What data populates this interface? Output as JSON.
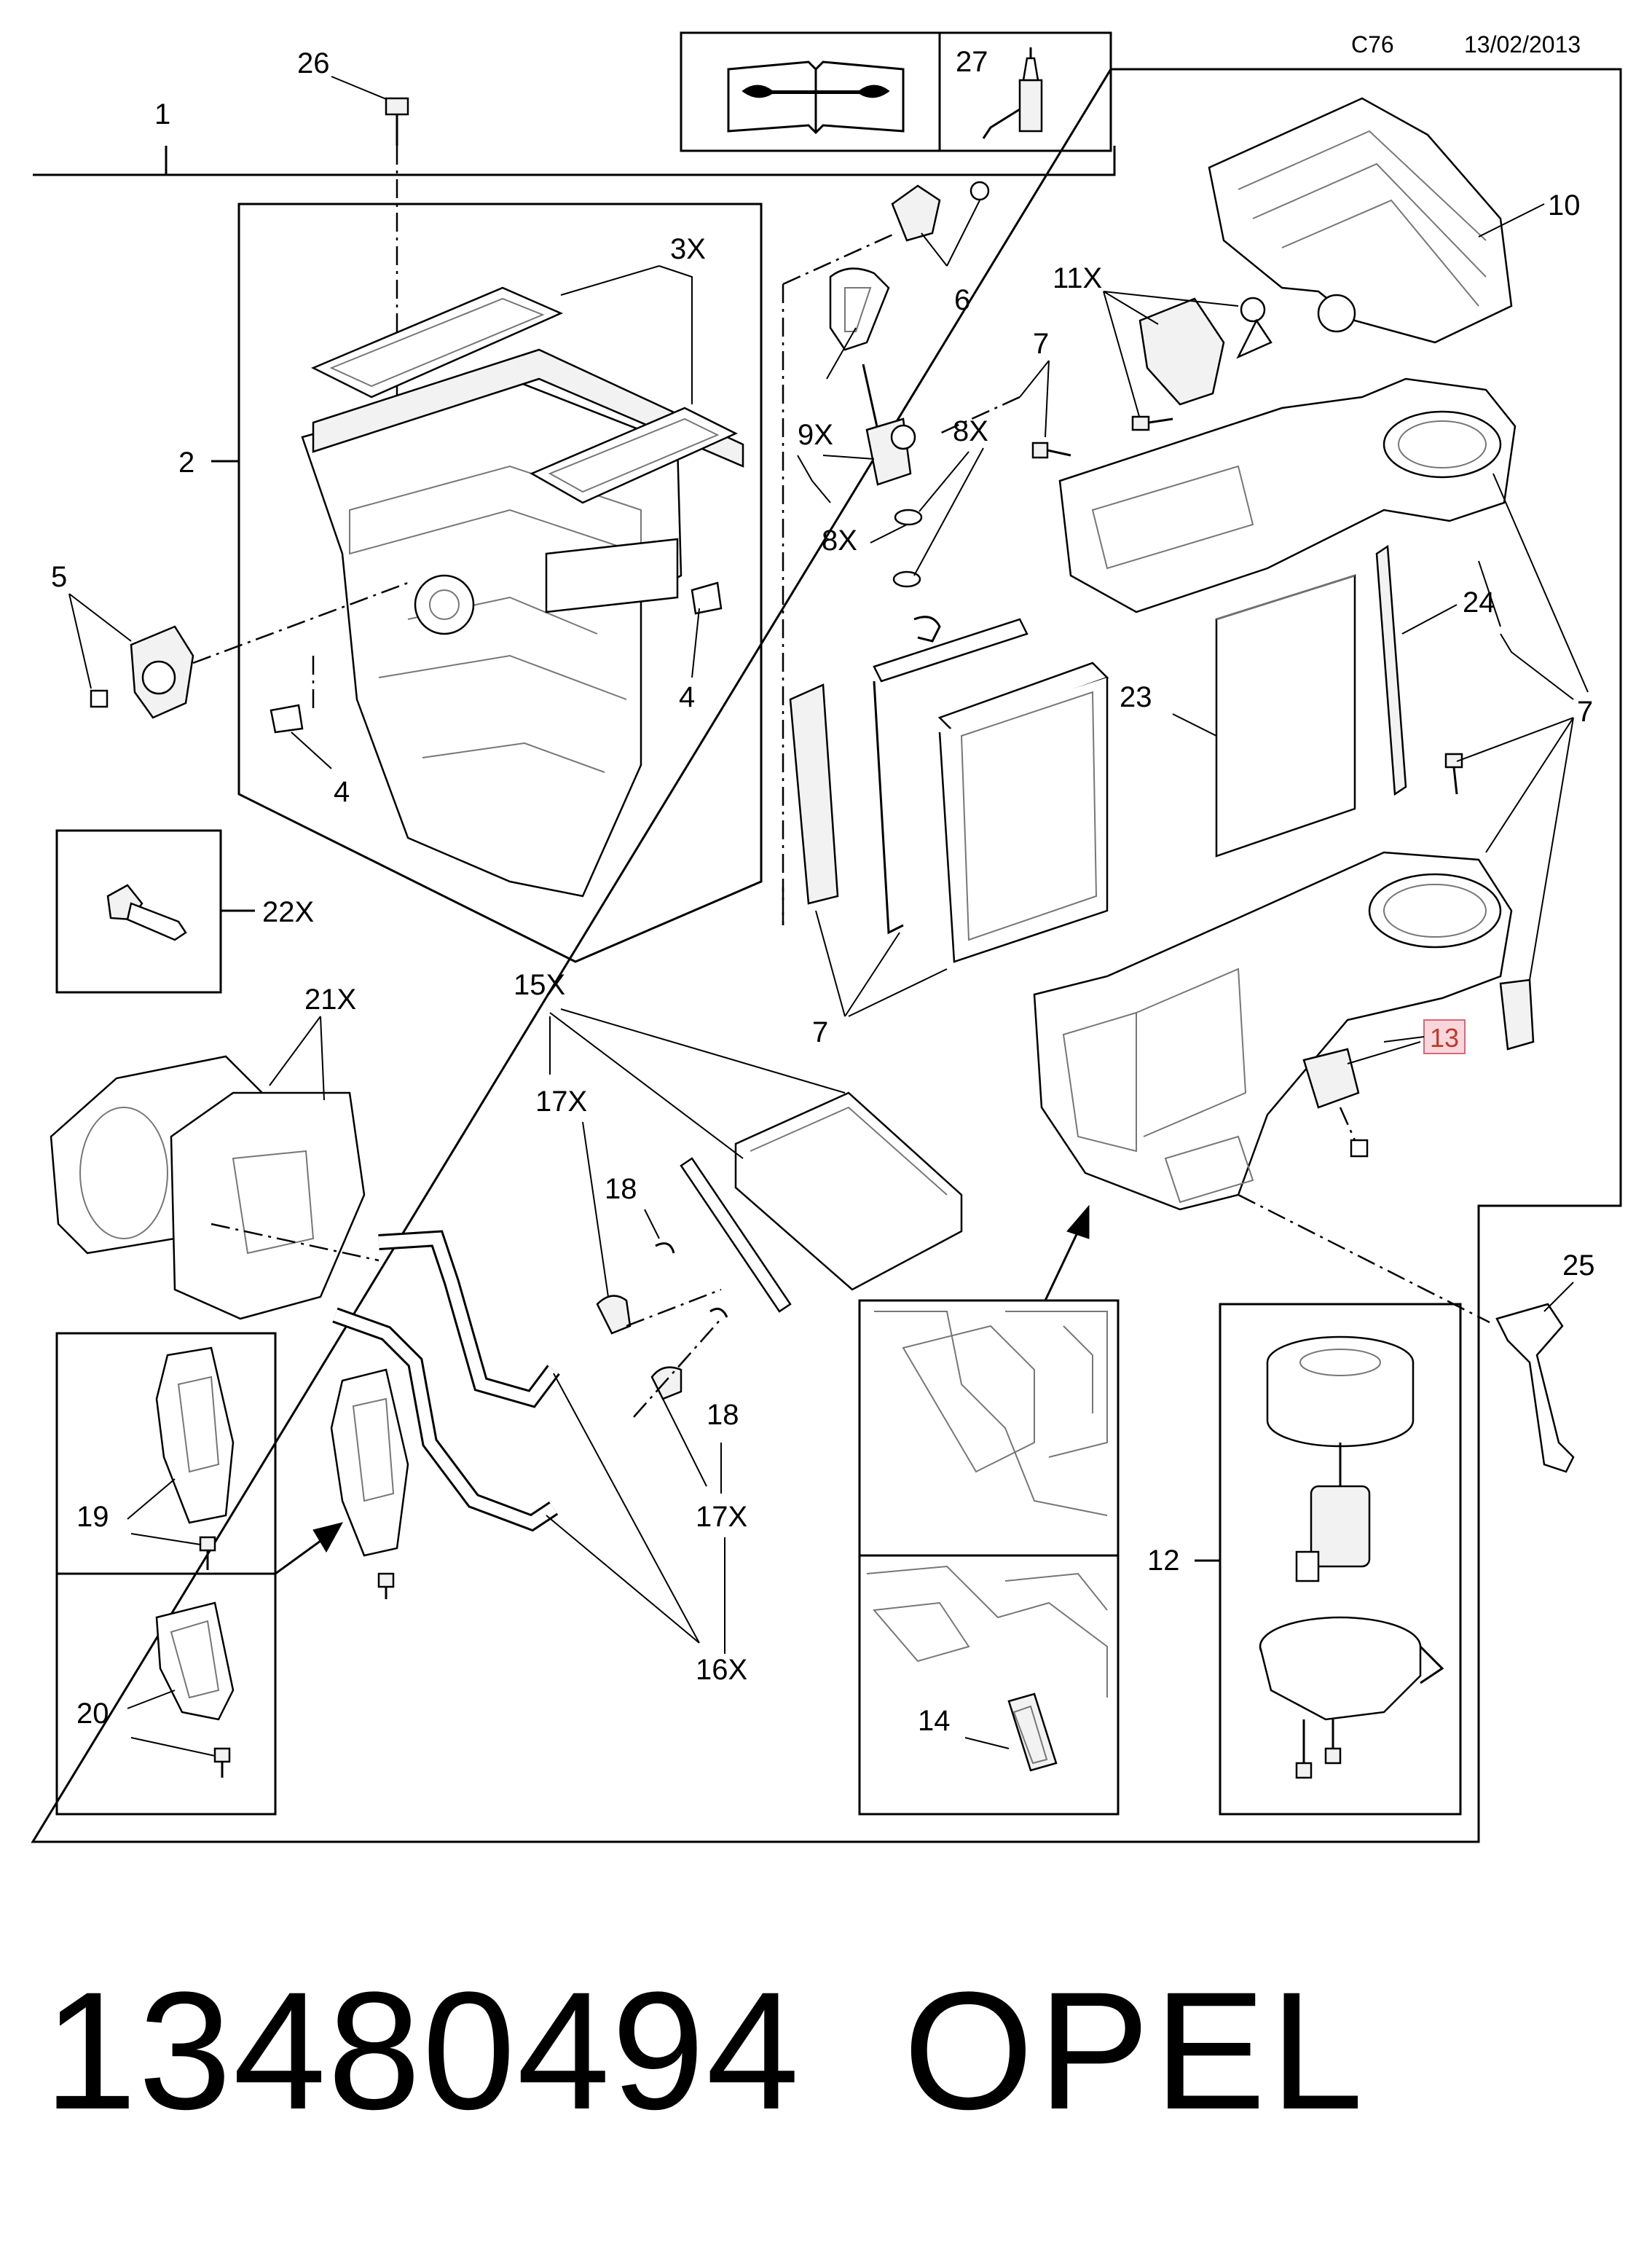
{
  "header": {
    "code": "C76",
    "date": "13/02/2013"
  },
  "toolbox": {
    "manual_icon": "book-wrench-icon",
    "callout": "27",
    "tube_icon": "sealant-tube-icon"
  },
  "callouts": {
    "c1": "1",
    "c2": "2",
    "c3x": "3X",
    "c4a": "4",
    "c4b": "4",
    "c5": "5",
    "c6": "6",
    "c7a": "7",
    "c7b": "7",
    "c7c": "7",
    "c8xa": "8X",
    "c8xb": "8X",
    "c9x": "9X",
    "c10": "10",
    "c11x": "11X",
    "c12": "12",
    "c13": "13",
    "c14": "14",
    "c15x": "15X",
    "c16x": "16X",
    "c17xa": "17X",
    "c17xb": "17X",
    "c18a": "18",
    "c18b": "18",
    "c19": "19",
    "c20": "20",
    "c21x": "21X",
    "c22x": "22X",
    "c23": "23",
    "c24": "24",
    "c25": "25",
    "c26": "26"
  },
  "footer": {
    "part_number": "13480494",
    "brand": "OPEL"
  },
  "colors": {
    "ink": "#000000",
    "highlight_fill": "#f8d7dc",
    "highlight_stroke": "#d9677a",
    "highlight_text": "#c0392b"
  }
}
